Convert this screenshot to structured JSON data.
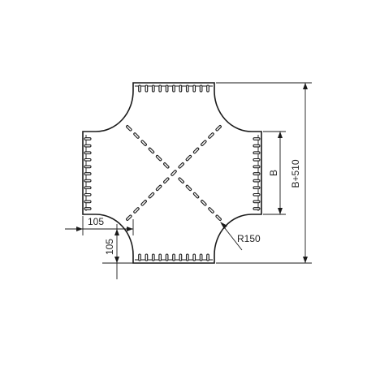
{
  "drawing": {
    "labels": {
      "flange_horizontal": "105",
      "flange_vertical": "105",
      "radius": "R150",
      "width": "B",
      "overall": "B+510"
    }
  }
}
